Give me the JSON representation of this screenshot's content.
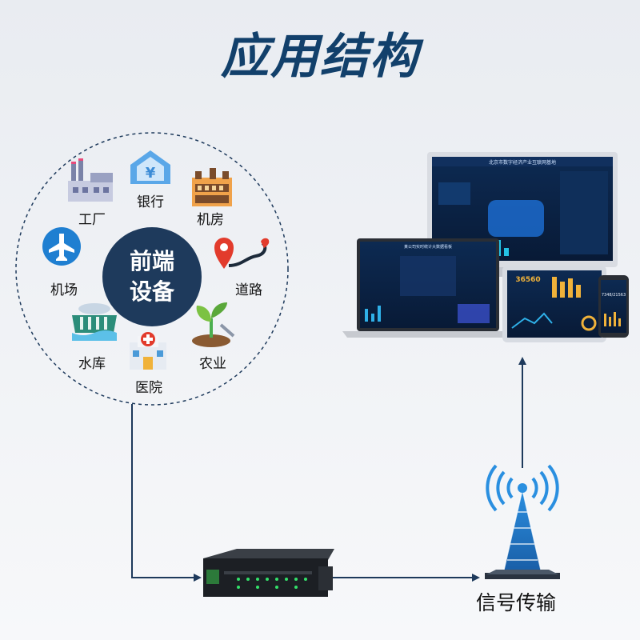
{
  "title": "应用结构",
  "front_end": {
    "center_label": "前端设备",
    "devices": [
      {
        "label": "工厂",
        "icon": "factory-icon"
      },
      {
        "label": "银行",
        "icon": "bank-icon"
      },
      {
        "label": "机房",
        "icon": "server-room-icon"
      },
      {
        "label": "机场",
        "icon": "airplane-icon"
      },
      {
        "label": "道路",
        "icon": "road-pin-icon"
      },
      {
        "label": "水库",
        "icon": "reservoir-dam-icon"
      },
      {
        "label": "医院",
        "icon": "hospital-icon"
      },
      {
        "label": "农业",
        "icon": "sprout-icon"
      }
    ]
  },
  "dashboard": {
    "monitor_header": "北京市数字经济产业互联网基地",
    "laptop_header": "某公司实时统计大数据看板",
    "tablet_value": "36560",
    "phone_value": "7348/21563"
  },
  "signal_label": "信号传输",
  "colors": {
    "title": "#12406b",
    "line": "#1e3a5c",
    "circle": "#1e3a5c",
    "accent": "#2a8fe0"
  }
}
